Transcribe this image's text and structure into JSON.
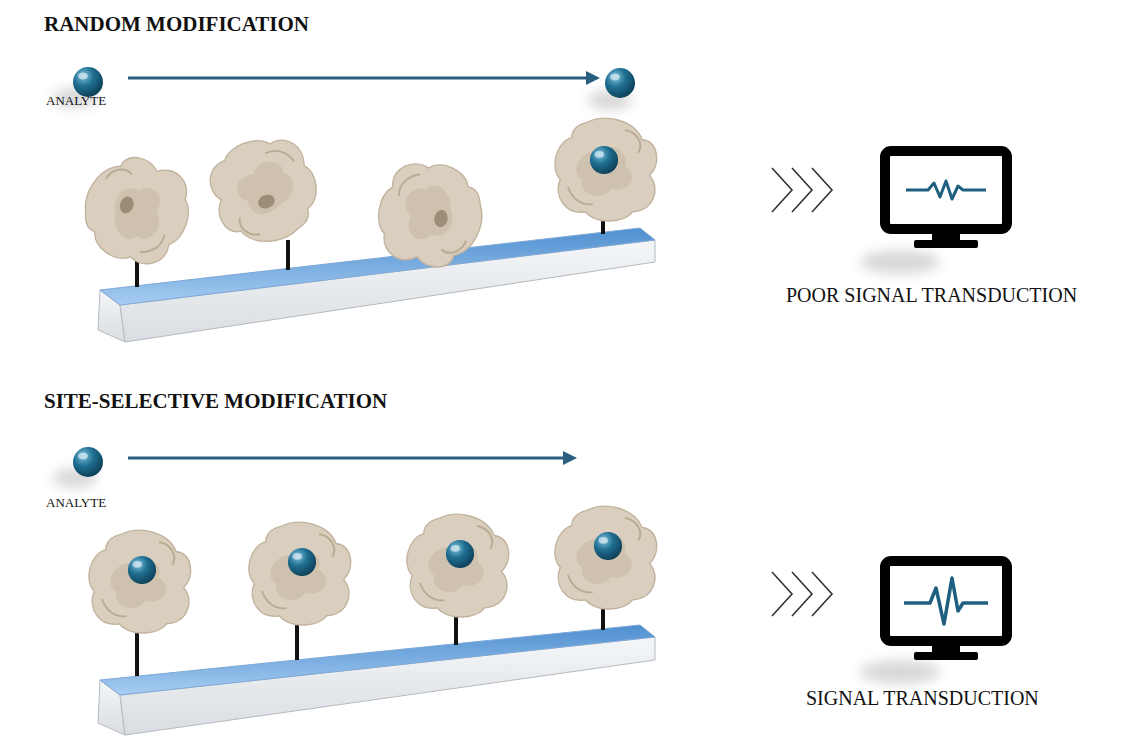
{
  "diagram": {
    "labels": [
      "RANDOM MODIFICATION",
      "ANALYTE",
      "POOR SIGNAL TRANSDUCTION",
      "SITE-SELECTIVE MODIFICATION",
      "ANALYTE",
      "SIGNAL TRANSDUCTION"
    ]
  }
}
